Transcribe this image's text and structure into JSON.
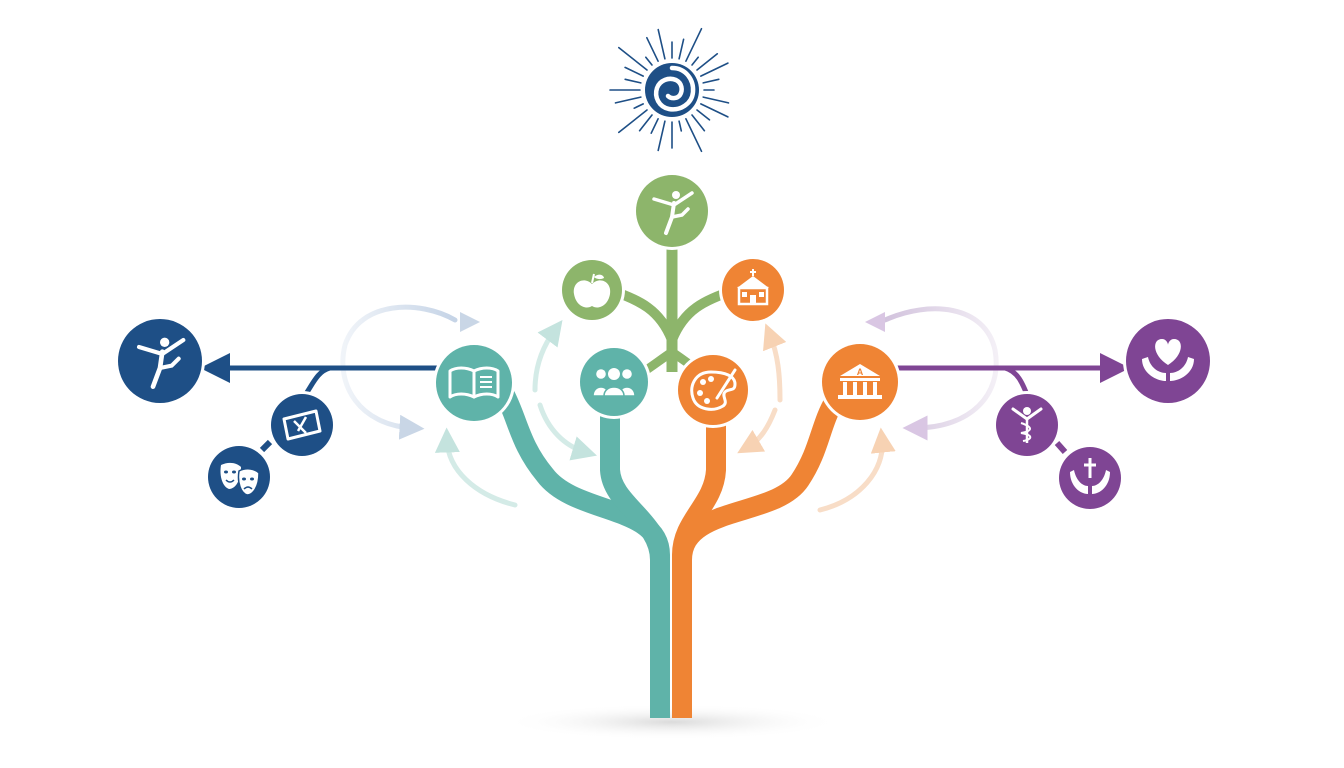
{
  "colors": {
    "navy": "#1e4f86",
    "teal": "#5fb3a9",
    "green": "#8db56b",
    "orange": "#ef8434",
    "purple": "#7f4594",
    "logo": "#1e4f86"
  },
  "logo": {
    "icon": "spiral-sun-icon"
  },
  "nodes": [
    {
      "id": "dance-top",
      "color": "green",
      "icon": "dancer-icon"
    },
    {
      "id": "apple",
      "color": "green",
      "icon": "apple-icon"
    },
    {
      "id": "schoolhouse",
      "color": "orange",
      "icon": "schoolhouse-icon"
    },
    {
      "id": "book",
      "color": "teal",
      "icon": "open-book-icon"
    },
    {
      "id": "community",
      "color": "teal",
      "icon": "people-group-icon"
    },
    {
      "id": "palette",
      "color": "orange",
      "icon": "paint-palette-icon"
    },
    {
      "id": "museum",
      "color": "orange",
      "icon": "museum-building-icon"
    },
    {
      "id": "dance-left",
      "color": "navy",
      "icon": "dancer-icon"
    },
    {
      "id": "ribbon",
      "color": "navy",
      "icon": "ticket-ribbon-icon"
    },
    {
      "id": "masks",
      "color": "navy",
      "icon": "theater-masks-icon"
    },
    {
      "id": "care",
      "color": "purple",
      "icon": "heart-in-hands-icon"
    },
    {
      "id": "health",
      "color": "purple",
      "icon": "caduceus-figure-icon"
    },
    {
      "id": "faith",
      "color": "purple",
      "icon": "cross-in-hands-icon"
    }
  ]
}
